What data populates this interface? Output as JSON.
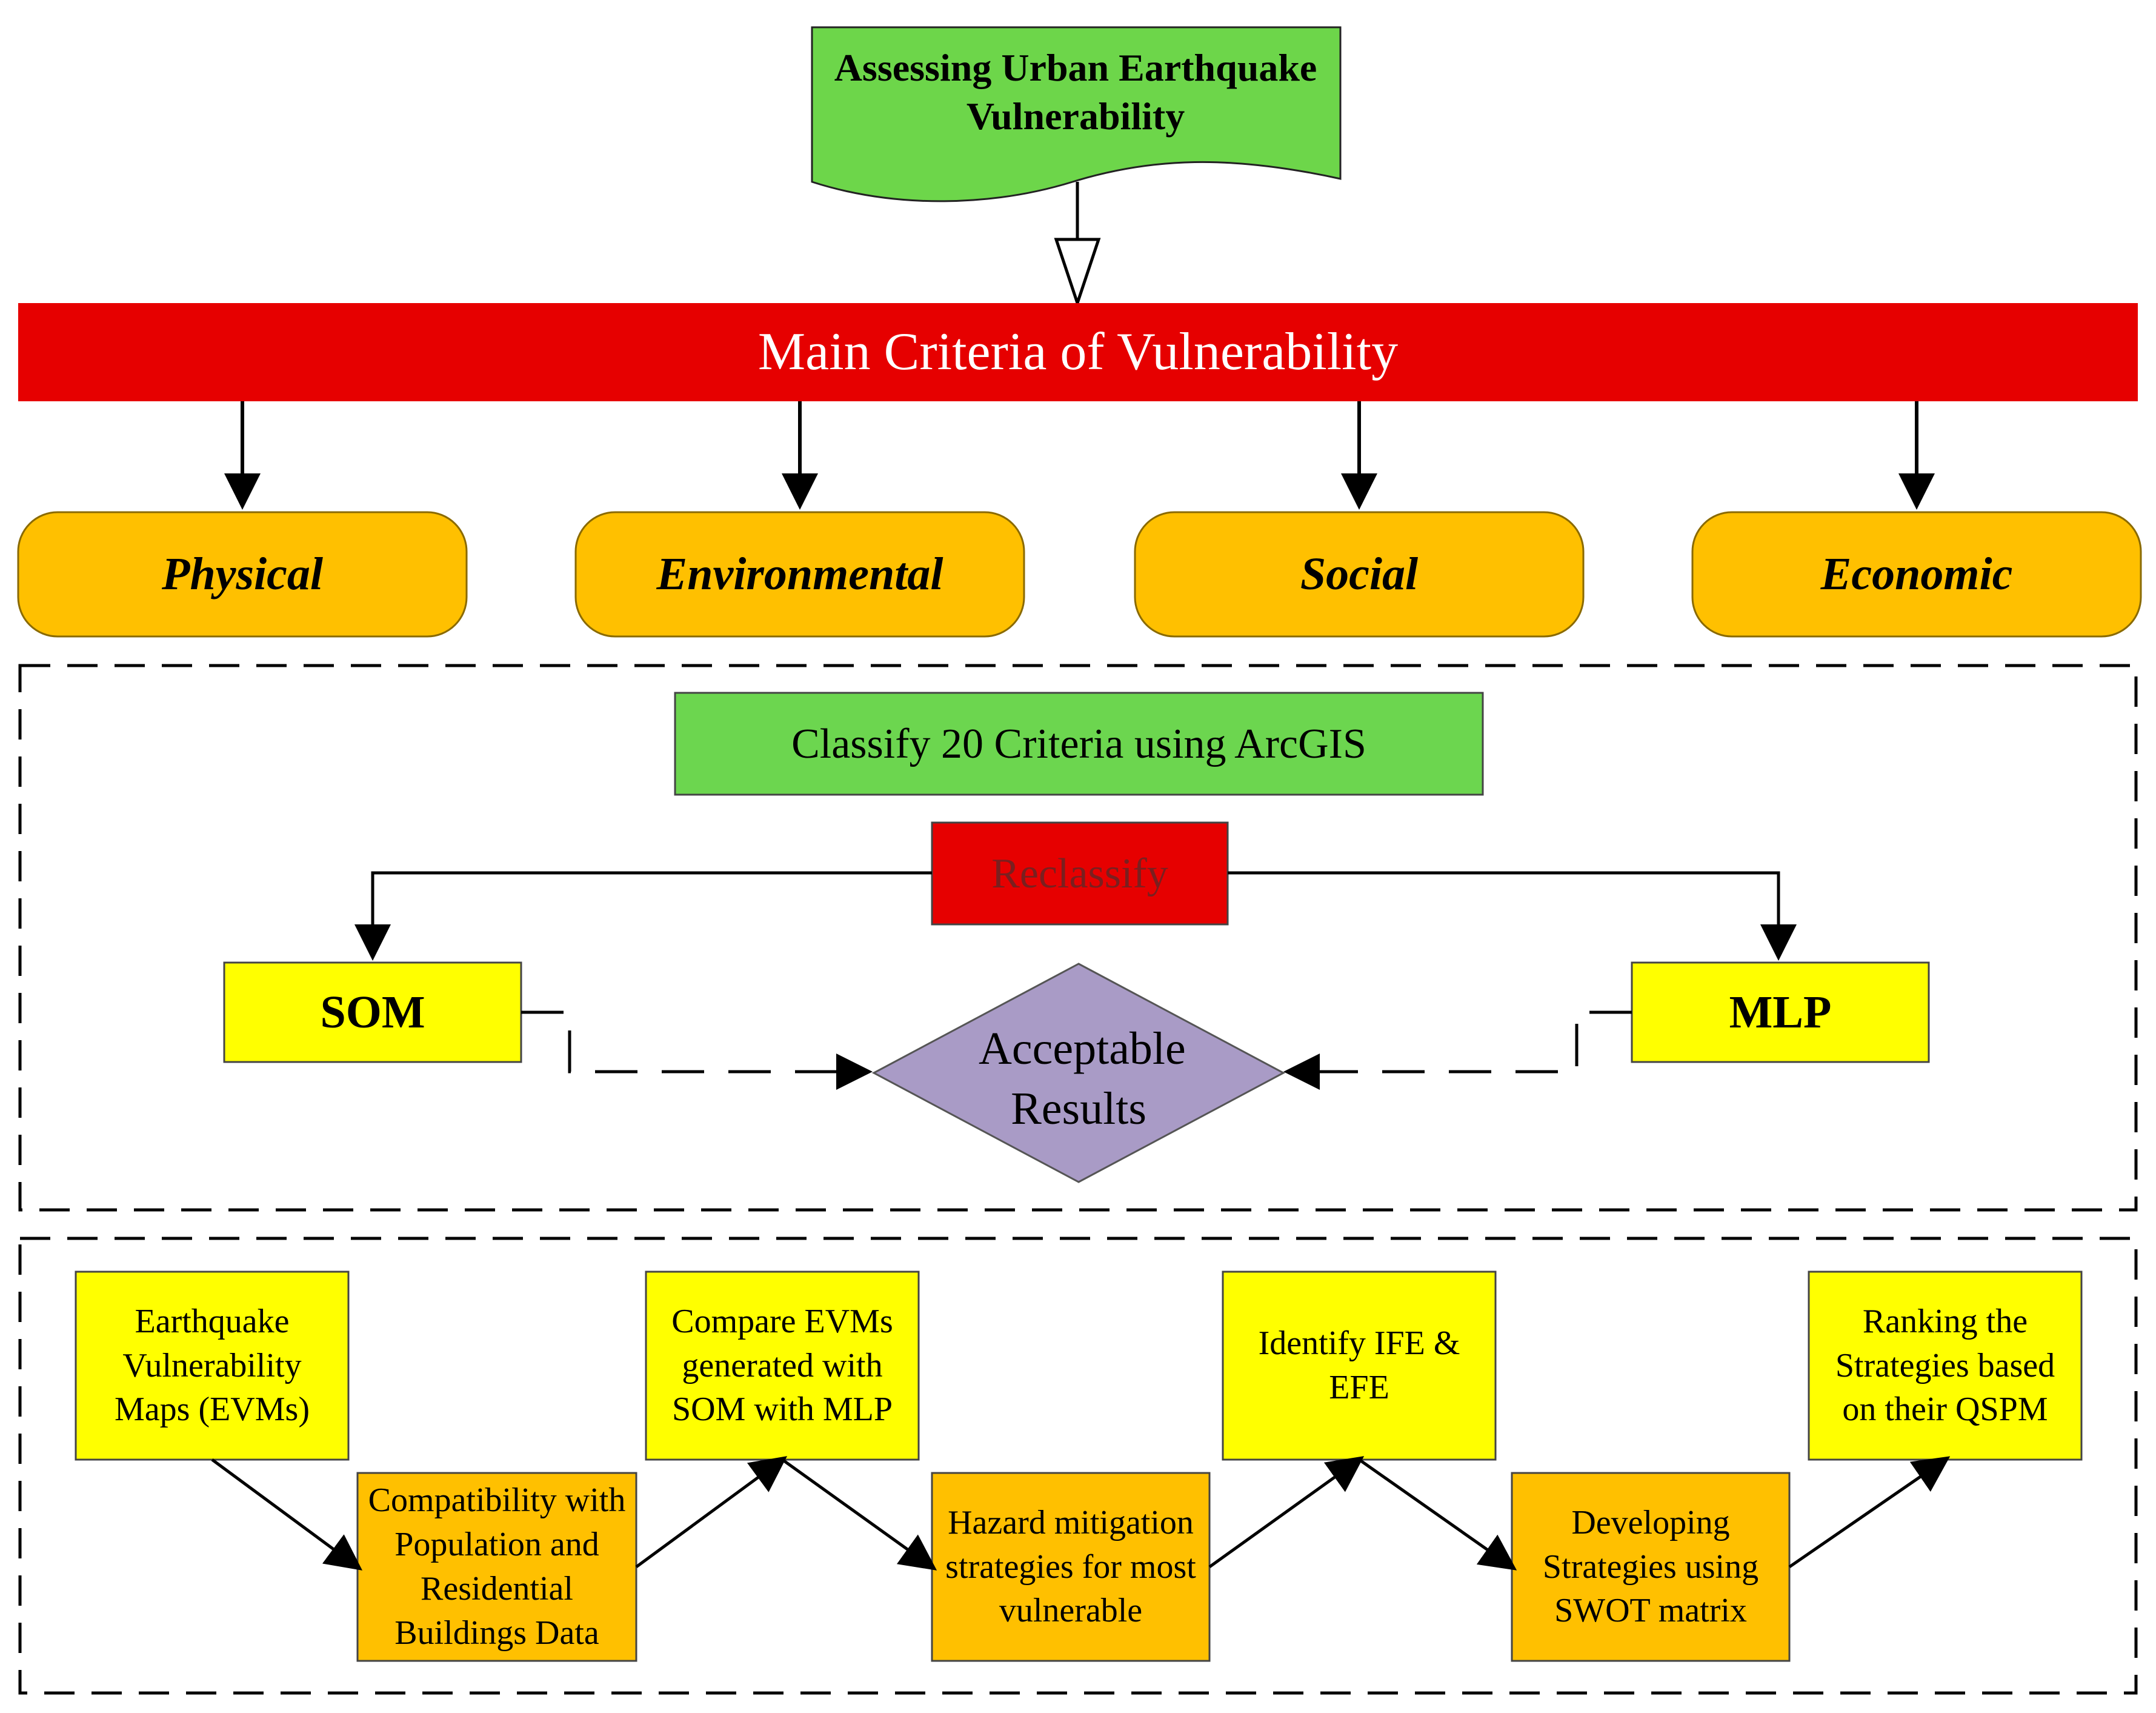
{
  "title": "Assessing Urban Earthquake Vulnerability",
  "main_criteria": "Main Criteria of Vulnerability",
  "categories": [
    "Physical",
    "Environmental",
    "Social",
    "Economic"
  ],
  "classify": "Classify 20 Criteria using ArcGIS",
  "reclassify": "Reclassify",
  "som": "SOM",
  "mlp": "MLP",
  "acceptable": "Acceptable Results",
  "steps": [
    "Earthquake Vulnerability Maps (EVMs)",
    "Compatibility with Population and Residential Buildings Data",
    "Compare EVMs generated with SOM with MLP",
    "Hazard mitigation strategies for most vulnerable",
    "Identify IFE & EFE",
    "Developing Strategies using SWOT matrix",
    "Ranking the Strategies based on their QSPM"
  ],
  "colors": {
    "title_green": "#6dd64a",
    "classify_green": "#6cd64f",
    "red": "#e60000",
    "orange": "#ffc000",
    "yellow": "#ffff00",
    "diamond": "#a99bc6"
  }
}
